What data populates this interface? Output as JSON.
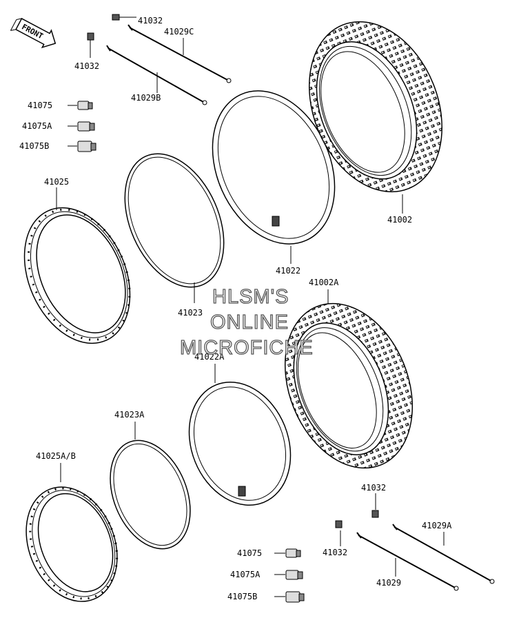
{
  "front_label": "FRONT",
  "watermark": [
    "HLSM'S",
    "ONLINE",
    "MICROFICHE"
  ],
  "parts": {
    "p41032_top": "41032",
    "p41032_left": "41032",
    "p41029C": "41029C",
    "p41029B": "41029B",
    "p41075_top": "41075",
    "p41075A_top": "41075A",
    "p41075B_top": "41075B",
    "p41025": "41025",
    "p41023": "41023",
    "p41022": "41022",
    "p41002": "41002",
    "p41002A": "41002A",
    "p41022A": "41022A",
    "p41023A": "41023A",
    "p41025AB": "41025A/B",
    "p41075_bot": "41075",
    "p41075A_bot": "41075A",
    "p41075B_bot": "41075B",
    "p41032_bot_right": "41032",
    "p41032_bot_left": "41032",
    "p41029A": "41029A",
    "p41029": "41029"
  }
}
